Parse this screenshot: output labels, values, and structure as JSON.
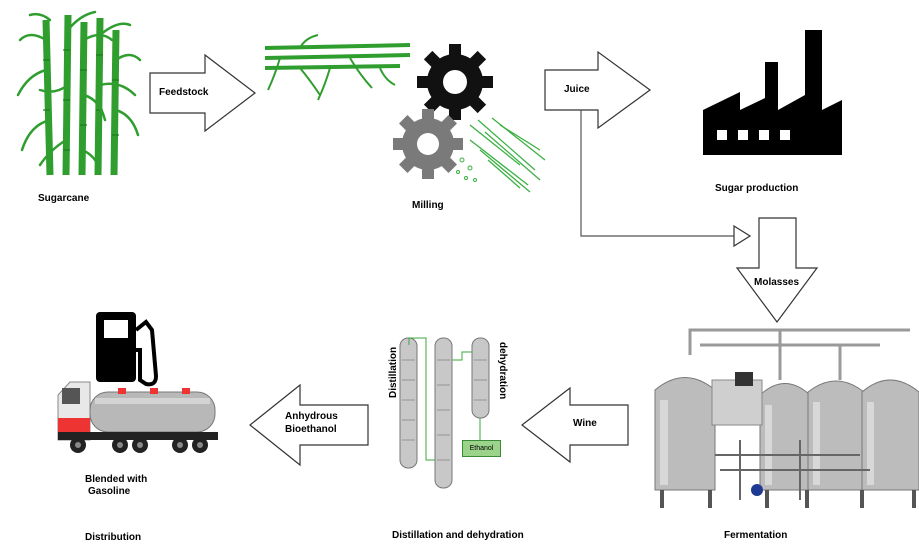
{
  "stages": {
    "sugarcane": "Sugarcane",
    "milling": "Milling",
    "sugar_production": "Sugar production",
    "fermentation": "Fermentation",
    "distillation_dehydration": "Distillation and dehydration",
    "distribution": "Distribution"
  },
  "arrows": {
    "feedstock": "Feedstock",
    "juice": "Juice",
    "molasses": "Molasses",
    "wine": "Wine",
    "anhydrous_line1": "Anhydrous",
    "anhydrous_line2": "Bioethanol"
  },
  "column_labels": {
    "distillation": "Distillation",
    "dehydration": "dehydration",
    "ethanol": "Ethanol"
  },
  "blended": {
    "line1": "Blended with",
    "line2": "Gasoline"
  },
  "colors": {
    "cane_green": "#2f9e2f",
    "gear_black": "#111111",
    "gear_gray": "#7a7a7a",
    "column_gray": "#c8c8c8",
    "tank_silver": "#b8b8b8"
  }
}
